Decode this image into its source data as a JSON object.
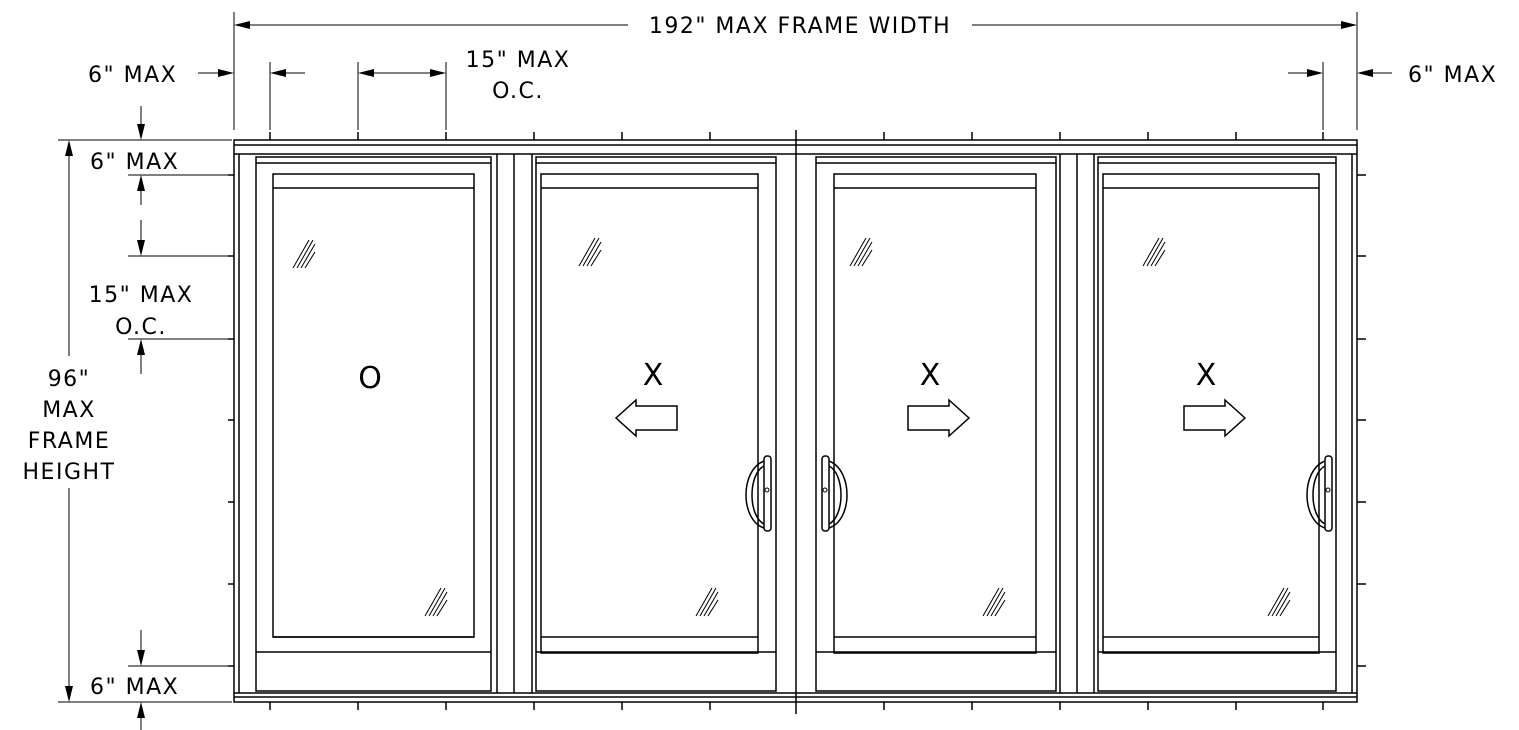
{
  "dimensions": {
    "top_width": "192\" MAX FRAME WIDTH",
    "left_edge": "6\" MAX",
    "right_edge": "6\" MAX",
    "top_spacing_line1": "15\" MAX",
    "top_spacing_line2": "O.C.",
    "left_top": "6\" MAX",
    "left_spacing_line1": "15\" MAX",
    "left_spacing_line2": "O.C.",
    "height_line1": "96\"",
    "height_line2": "MAX",
    "height_line3": "FRAME",
    "height_line4": "HEIGHT",
    "left_bottom": "6\" MAX"
  },
  "panels": [
    {
      "label": "O",
      "operation": "fixed"
    },
    {
      "label": "X",
      "operation": "slide-left"
    },
    {
      "label": "X",
      "operation": "slide-right"
    },
    {
      "label": "X",
      "operation": "slide-right"
    }
  ]
}
